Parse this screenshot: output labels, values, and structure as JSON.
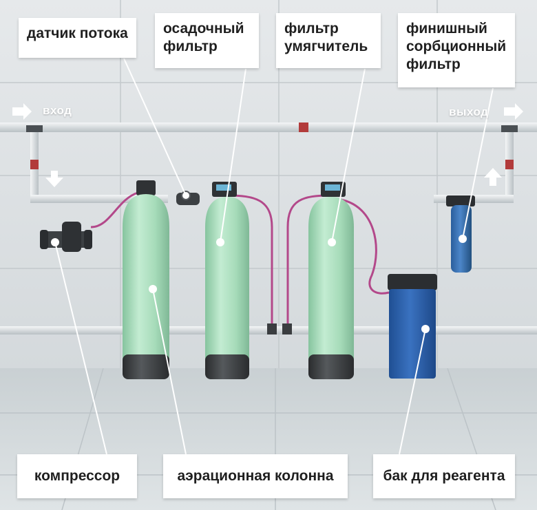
{
  "labels": {
    "flow_sensor": "датчик потока",
    "sediment_filter": [
      "осадочный",
      "фильтр"
    ],
    "softener_filter": [
      "фильтр",
      "умягчитель"
    ],
    "sorption_filter": [
      "финишный",
      "сорбционный",
      "фильтр"
    ],
    "compressor": "компрессор",
    "aeration_column": "аэрационная колонна",
    "reagent_tank": "бак для реагента"
  },
  "flow": {
    "inlet": "вход",
    "outlet": "выход"
  },
  "colors": {
    "tank_green": "#a9dcbc",
    "tank_base": "#3a3d40",
    "reagent_blue": "#2f63ad",
    "hose_pink": "#b3488a",
    "wall": "#dfe3e5",
    "floor": "#cfd5d8"
  }
}
